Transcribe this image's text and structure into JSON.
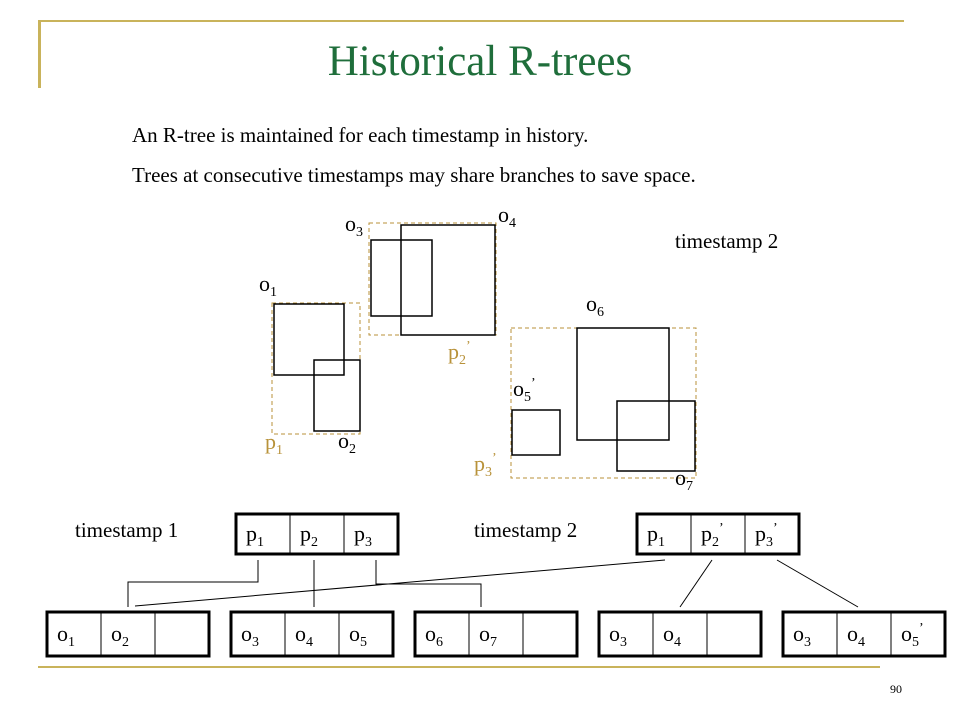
{
  "title": "Historical R-trees",
  "bullets": [
    "An R-tree is maintained for each timestamp in history.",
    "Trees at consecutive timestamps may share branches to save space."
  ],
  "page_number": "90",
  "colors": {
    "title": "#1f6e3b",
    "accent_line": "#c9b35b",
    "mbr_dashed": "#b8923a"
  },
  "spatial_labels": {
    "o1": {
      "base": "o",
      "sub": "1"
    },
    "o2": {
      "base": "o",
      "sub": "2"
    },
    "o3": {
      "base": "o",
      "sub": "3"
    },
    "o4": {
      "base": "o",
      "sub": "4"
    },
    "p1": {
      "base": "p",
      "sub": "1"
    },
    "p2prime": {
      "base": "p",
      "sub": "2",
      "sup": "’"
    },
    "o6": {
      "base": "o",
      "sub": "6"
    },
    "o5prime": {
      "base": "o",
      "sub": "5",
      "sup": "’"
    },
    "p3prime": {
      "base": "p",
      "sub": "3",
      "sup": "’"
    },
    "o7": {
      "base": "o",
      "sub": "7"
    },
    "timestamp": "timestamp 2"
  },
  "tree_labels": {
    "timestamp1": "timestamp 1",
    "timestamp2": "timestamp 2"
  },
  "root_nodes": [
    {
      "entries": [
        {
          "base": "p",
          "sub": "1"
        },
        {
          "base": "p",
          "sub": "2"
        },
        {
          "base": "p",
          "sub": "3"
        }
      ]
    },
    {
      "entries": [
        {
          "base": "p",
          "sub": "1"
        },
        {
          "base": "p",
          "sub": "2",
          "sup": "’"
        },
        {
          "base": "p",
          "sub": "3",
          "sup": "’"
        }
      ]
    }
  ],
  "leaf_nodes": [
    {
      "entries": [
        {
          "base": "o",
          "sub": "1"
        },
        {
          "base": "o",
          "sub": "2"
        }
      ]
    },
    {
      "entries": [
        {
          "base": "o",
          "sub": "3"
        },
        {
          "base": "o",
          "sub": "4"
        },
        {
          "base": "o",
          "sub": "5"
        }
      ]
    },
    {
      "entries": [
        {
          "base": "o",
          "sub": "6"
        },
        {
          "base": "o",
          "sub": "7"
        }
      ]
    },
    {
      "entries": [
        {
          "base": "o",
          "sub": "3"
        },
        {
          "base": "o",
          "sub": "4"
        }
      ]
    },
    {
      "entries": [
        {
          "base": "o",
          "sub": "3"
        },
        {
          "base": "o",
          "sub": "4"
        },
        {
          "base": "o",
          "sub": "5",
          "sup": "’"
        }
      ]
    }
  ]
}
